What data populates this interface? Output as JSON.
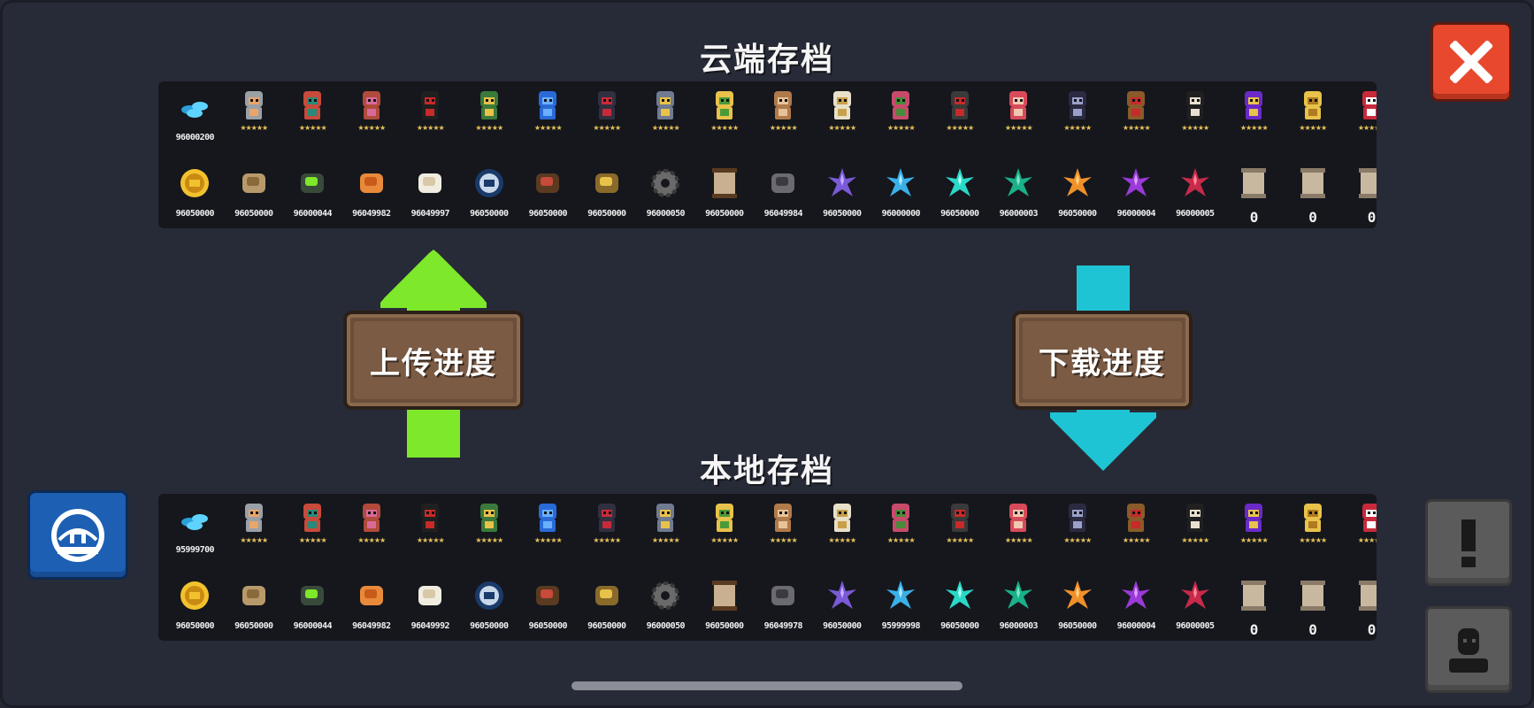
{
  "cloud": {
    "title": "云端存档",
    "row1": [
      {
        "icon": "gem-icon",
        "stars": "",
        "value": "96000200"
      },
      {
        "icon": "knight-hero-icon",
        "stars": "★★★★★"
      },
      {
        "icon": "rogue-hero-icon",
        "stars": "★★★★★"
      },
      {
        "icon": "witch-hero-icon",
        "stars": "★★★★★"
      },
      {
        "icon": "assassin-hero-icon",
        "stars": "★★★★★"
      },
      {
        "icon": "engineer-hero-icon",
        "stars": "★★★★★"
      },
      {
        "icon": "robot-hero-icon",
        "stars": "★★★★★"
      },
      {
        "icon": "vampire-hero-icon",
        "stars": "★★★★★"
      },
      {
        "icon": "paladin-hero-icon",
        "stars": "★★★★★"
      },
      {
        "icon": "elf-hero-icon",
        "stars": "★★★★★"
      },
      {
        "icon": "werewolf-hero-icon",
        "stars": "★★★★★"
      },
      {
        "icon": "priest-hero-icon",
        "stars": "★★★★★"
      },
      {
        "icon": "druid-hero-icon",
        "stars": "★★★★★"
      },
      {
        "icon": "berserker-hero-icon",
        "stars": "★★★★★"
      },
      {
        "icon": "taoist-hero-icon",
        "stars": "★★★★★"
      },
      {
        "icon": "necromancer-hero-icon",
        "stars": "★★★★★"
      },
      {
        "icon": "officer-hero-icon",
        "stars": "★★★★★"
      },
      {
        "icon": "swordsman-hero-icon",
        "stars": "★★★★★"
      },
      {
        "icon": "demon-hero-icon",
        "stars": "★★★★★"
      },
      {
        "icon": "golden-robot-hero-icon",
        "stars": "★★★★★"
      },
      {
        "icon": "partial-hero-icon",
        "stars": "★★★★★"
      }
    ],
    "row2": [
      {
        "icon": "gold-coin-icon",
        "value": "96050000"
      },
      {
        "icon": "fiber-icon",
        "value": "96050000"
      },
      {
        "icon": "battery-icon",
        "value": "96000044"
      },
      {
        "icon": "bread-icon",
        "value": "96049982"
      },
      {
        "icon": "sack-icon",
        "value": "96049997"
      },
      {
        "icon": "fish-coin-icon",
        "value": "96050000"
      },
      {
        "icon": "hammer-icon",
        "value": "96050000"
      },
      {
        "icon": "ore-pieces-icon",
        "value": "96050000"
      },
      {
        "icon": "gear-icon",
        "value": "96000050"
      },
      {
        "icon": "scroll-map-icon",
        "value": "96050000"
      },
      {
        "icon": "rock-icon",
        "value": "96049984"
      },
      {
        "icon": "purple-crystal-icon",
        "value": "96050000"
      },
      {
        "icon": "blue-crystal-icon",
        "value": "96000000"
      },
      {
        "icon": "cyan-crystal-icon",
        "value": "96050000"
      },
      {
        "icon": "green-crystal-icon",
        "value": "96000003"
      },
      {
        "icon": "orange-crystal-icon",
        "value": "96050000"
      },
      {
        "icon": "violet-crystal-icon",
        "value": "96000004"
      },
      {
        "icon": "red-crystal-icon",
        "value": "96000005"
      },
      {
        "icon": "scroll-icon",
        "value": "0"
      },
      {
        "icon": "scroll-icon",
        "value": "0"
      },
      {
        "icon": "scroll-icon",
        "value": "0"
      }
    ]
  },
  "local": {
    "title": "本地存档",
    "row1": [
      {
        "icon": "gem-icon",
        "stars": "",
        "value": "95999700"
      },
      {
        "icon": "knight-hero-icon",
        "stars": "★★★★★"
      },
      {
        "icon": "rogue-hero-icon",
        "stars": "★★★★★"
      },
      {
        "icon": "witch-hero-icon",
        "stars": "★★★★★"
      },
      {
        "icon": "assassin-hero-icon",
        "stars": "★★★★★"
      },
      {
        "icon": "engineer-hero-icon",
        "stars": "★★★★★"
      },
      {
        "icon": "robot-hero-icon",
        "stars": "★★★★★"
      },
      {
        "icon": "vampire-hero-icon",
        "stars": "★★★★★"
      },
      {
        "icon": "paladin-hero-icon",
        "stars": "★★★★★"
      },
      {
        "icon": "elf-hero-icon",
        "stars": "★★★★★"
      },
      {
        "icon": "werewolf-hero-icon",
        "stars": "★★★★★"
      },
      {
        "icon": "priest-hero-icon",
        "stars": "★★★★★"
      },
      {
        "icon": "druid-hero-icon",
        "stars": "★★★★★"
      },
      {
        "icon": "berserker-hero-icon",
        "stars": "★★★★★"
      },
      {
        "icon": "taoist-hero-icon",
        "stars": "★★★★★"
      },
      {
        "icon": "necromancer-hero-icon",
        "stars": "★★★★★"
      },
      {
        "icon": "officer-hero-icon",
        "stars": "★★★★★"
      },
      {
        "icon": "swordsman-hero-icon",
        "stars": "★★★★★"
      },
      {
        "icon": "demon-hero-icon",
        "stars": "★★★★★"
      },
      {
        "icon": "golden-robot-hero-icon",
        "stars": "★★★★★"
      },
      {
        "icon": "partial-hero-icon",
        "stars": "★★★★★"
      }
    ],
    "row2": [
      {
        "icon": "gold-coin-icon",
        "value": "96050000"
      },
      {
        "icon": "fiber-icon",
        "value": "96050000"
      },
      {
        "icon": "battery-icon",
        "value": "96000044"
      },
      {
        "icon": "bread-icon",
        "value": "96049982"
      },
      {
        "icon": "sack-icon",
        "value": "96049992"
      },
      {
        "icon": "fish-coin-icon",
        "value": "96050000"
      },
      {
        "icon": "hammer-icon",
        "value": "96050000"
      },
      {
        "icon": "ore-pieces-icon",
        "value": "96050000"
      },
      {
        "icon": "gear-icon",
        "value": "96000050"
      },
      {
        "icon": "scroll-map-icon",
        "value": "96050000"
      },
      {
        "icon": "rock-icon",
        "value": "96049978"
      },
      {
        "icon": "purple-crystal-icon",
        "value": "96050000"
      },
      {
        "icon": "blue-crystal-icon",
        "value": "95999998"
      },
      {
        "icon": "cyan-crystal-icon",
        "value": "96050000"
      },
      {
        "icon": "green-crystal-icon",
        "value": "96000003"
      },
      {
        "icon": "orange-crystal-icon",
        "value": "96050000"
      },
      {
        "icon": "violet-crystal-icon",
        "value": "96000004"
      },
      {
        "icon": "red-crystal-icon",
        "value": "96000005"
      },
      {
        "icon": "scroll-icon",
        "value": "0"
      },
      {
        "icon": "scroll-icon",
        "value": "0"
      },
      {
        "icon": "scroll-icon",
        "value": "0"
      }
    ]
  },
  "actions": {
    "upload_label": "上传进度",
    "download_label": "下载进度"
  },
  "colors": {
    "upload_arrow": "#7ee82a",
    "download_arrow": "#1ec4d4",
    "close_button": "#e8492e",
    "left_button": "#1d5fb3",
    "gray_button": "#5b5b5b"
  }
}
